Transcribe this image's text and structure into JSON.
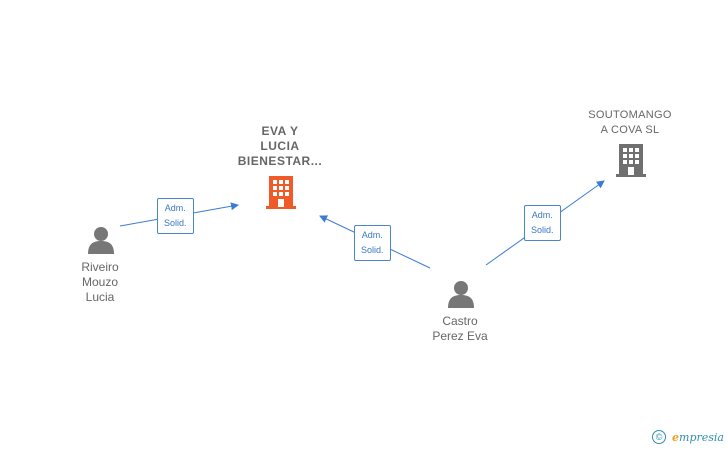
{
  "nodes": {
    "company_eva": {
      "name": "EVA Y\nLUCIA\nBIENESTAR...",
      "color": "#f05a28",
      "icon": "building-icon"
    },
    "company_soutomango": {
      "name": "SOUTOMANGO\nA COVA  SL",
      "color": "#666666",
      "icon": "building-icon"
    },
    "person_riveiro": {
      "name": "Riveiro\nMouzo\nLucia",
      "icon": "person-icon"
    },
    "person_castro": {
      "name": "Castro\nPerez Eva",
      "icon": "person-icon"
    }
  },
  "edges": [
    {
      "from": "person_riveiro",
      "to": "company_eva",
      "label": "Adm.\nSolid."
    },
    {
      "from": "person_castro",
      "to": "company_eva",
      "label": "Adm.\nSolid."
    },
    {
      "from": "person_castro",
      "to": "company_soutomango",
      "label": "Adm.\nSolid."
    }
  ],
  "colors": {
    "edge": "#3a7bd5",
    "person": "#777777"
  },
  "footer": {
    "copyright_symbol": "©",
    "brand_first": "e",
    "brand_rest": "mpresia"
  }
}
